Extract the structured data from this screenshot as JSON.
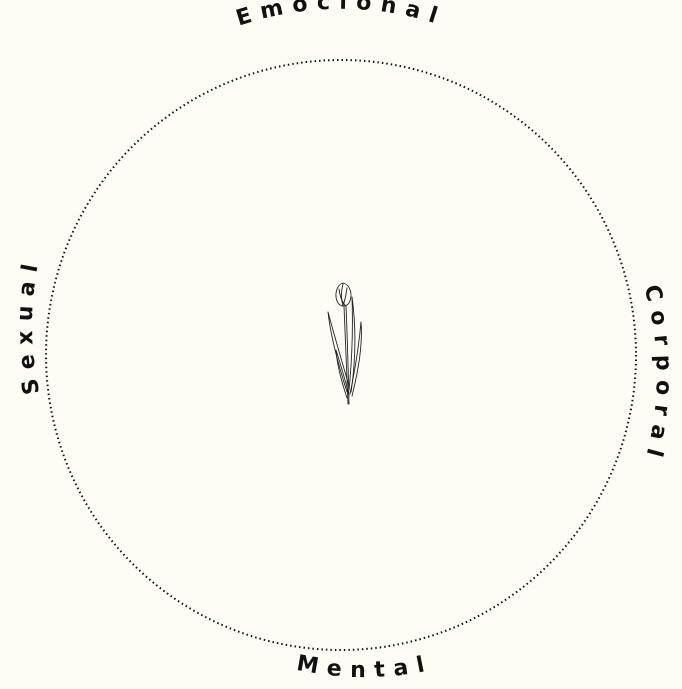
{
  "diagram": {
    "labels": {
      "top": "Emocional",
      "right": "Corporal",
      "bottom": "Mental",
      "left": "Sexual"
    },
    "center_icon": "tulip-icon"
  },
  "colors": {
    "background": "#fdfcf5",
    "ink": "#111111"
  }
}
